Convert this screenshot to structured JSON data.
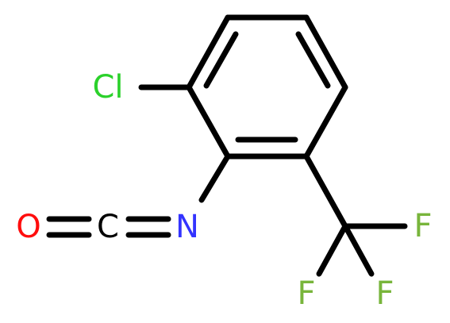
{
  "molecule": {
    "atoms": {
      "cl": {
        "text": "Cl",
        "color": "#2bd12b"
      },
      "n": {
        "text": "N",
        "color": "#3333ff"
      },
      "c": {
        "text": "C",
        "color": "#000000"
      },
      "o": {
        "text": "O",
        "color": "#ff0d0d"
      },
      "f1": {
        "text": "F",
        "color": "#78b53b"
      },
      "f2": {
        "text": "F",
        "color": "#78b53b"
      },
      "f3": {
        "text": "F",
        "color": "#78b53b"
      }
    },
    "bond_color": "#000000"
  }
}
